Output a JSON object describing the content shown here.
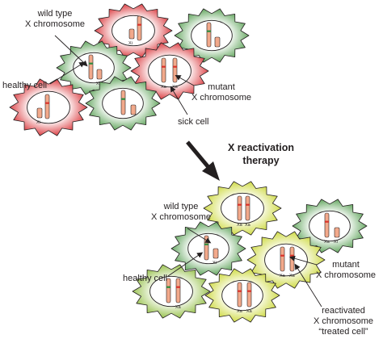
{
  "top_panel": {
    "wild_type_label_1": "wild type",
    "wild_type_label_2": "X chromosome",
    "healthy_cell_label": "healthy cell",
    "mutant_label_1": "mutant",
    "mutant_label_2": "X chromosome",
    "sick_cell_label": "sick cell"
  },
  "therapy": {
    "line1": "X reactivation",
    "line2": "therapy"
  },
  "bottom_panel": {
    "wild_type_label_1": "wild type",
    "wild_type_label_2": "X chromosome",
    "healthy_cell_label": "healthy cell",
    "mutant_label_1": "mutant",
    "mutant_label_2": "X chromosome",
    "reactivated_label_1": "reactivated",
    "reactivated_label_2": "X chromosome",
    "treated_label": "“treated cell”"
  },
  "chromosome_labels": {
    "xi": "Xi",
    "xa": "Xa"
  },
  "colors": {
    "sick": "#d7262b",
    "healthy": "#4e9a49",
    "treated": "#c9d62e",
    "chromosome": "#f2a98b",
    "chromosome_band": "#d9342b",
    "wild_type_band": "#2e8b3d"
  }
}
